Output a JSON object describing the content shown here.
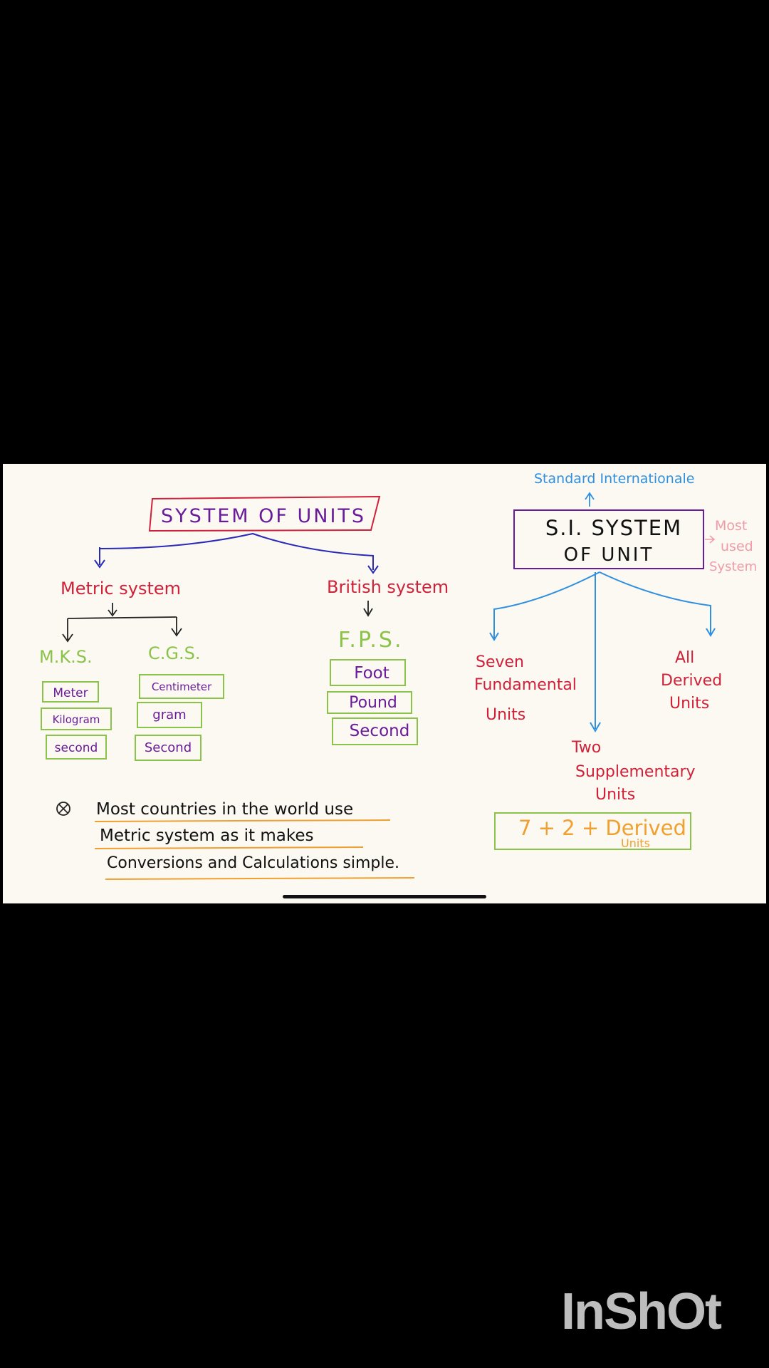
{
  "title": "SYSTEM OF UNITS",
  "metric": {
    "label": "Metric system",
    "mks": {
      "label": "M.K.S.",
      "items": [
        "Meter",
        "Kilogram",
        "second"
      ]
    },
    "cgs": {
      "label": "C.G.S.",
      "items": [
        "Centimeter",
        "gram",
        "Second"
      ]
    }
  },
  "british": {
    "label": "British system",
    "fps": {
      "label": "F.P.S.",
      "items": [
        "Foot",
        "Pound",
        "Second"
      ]
    }
  },
  "note": {
    "line1": "Most countries in the world use",
    "line2": "Metric system as it makes",
    "line3": "Conversions and Calculations simple."
  },
  "si": {
    "standard_label": "Standard Internationale",
    "box_line1": "S.I. SYSTEM",
    "box_line2": "OF UNIT",
    "side_note_line1": "Most",
    "side_note_line2": "used",
    "side_note_line3": "System",
    "seven_line1": "Seven",
    "seven_line2": "Fundamental",
    "seven_line3": "Units",
    "derived_line1": "All",
    "derived_line2": "Derived",
    "derived_line3": "Units",
    "two_line1": "Two",
    "two_line2": "Supplementary",
    "two_line3": "Units",
    "formula": "7 + 2 + Derived",
    "formula_units": "Units"
  },
  "watermark": "InShOt",
  "colors": {
    "title_purple": "#6a1b9a",
    "red": "#d0213a",
    "green": "#8bc34a",
    "blue": "#2f8fe0",
    "navy": "#2a2ab8",
    "orange": "#f0a030",
    "pink": "#f19aa8",
    "background": "#fbf9f1"
  }
}
